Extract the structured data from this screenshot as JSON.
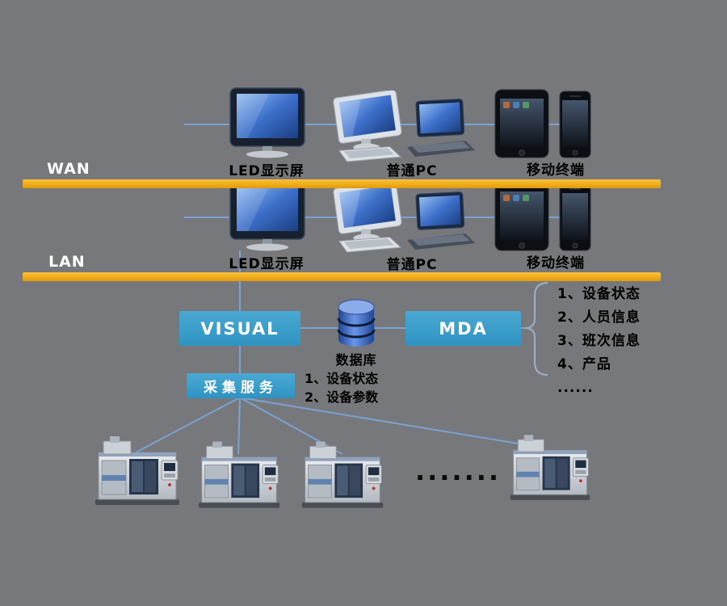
{
  "colors": {
    "background": "#77787b",
    "bar_yellow": "#F0AC1C",
    "box_blue": "#3399C7",
    "line_blue": "#7AA2D2",
    "text_dark": "#000000",
    "text_light": "#FFFFFF"
  },
  "zones": {
    "wan": "WAN",
    "lan": "LAN"
  },
  "device_rows": [
    {
      "led": "LED显示屏",
      "pc": "普通PC",
      "mobile": "移动终端"
    },
    {
      "led": "LED显示屏",
      "pc": "普通PC",
      "mobile": "移动终端"
    }
  ],
  "middle": {
    "visual": "VISUAL",
    "mda": "MDA",
    "collector": "采集服务",
    "database": "数据库",
    "database_items": [
      "1、设备状态",
      "2、设备参数"
    ],
    "mda_items": [
      "1、设备状态",
      "2、人员信息",
      "3、班次信息",
      "4、产品",
      "......"
    ]
  },
  "bottom": {
    "ellipsis": "·······"
  }
}
